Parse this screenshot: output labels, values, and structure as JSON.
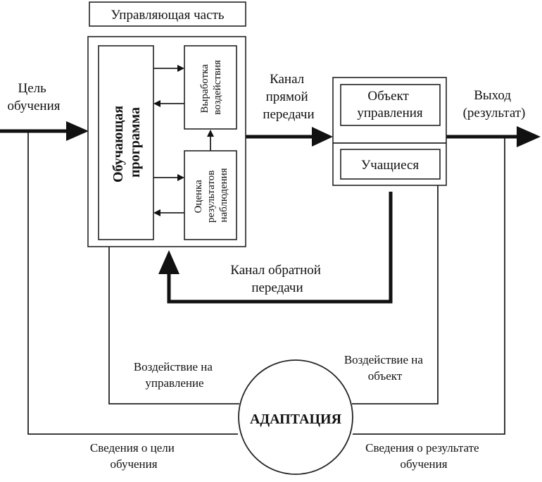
{
  "diagram": {
    "control_part": "Управляющая часть",
    "teaching_program": "Обучающая программа",
    "teaching_program_lines": [
      "Обучающая",
      "программа"
    ],
    "develop_action_lines": [
      "Выработка",
      "воздействия"
    ],
    "eval_results_lines": [
      "Оценка",
      "результатов",
      "наблюдения"
    ],
    "goal_lines": [
      "Цель",
      "обучения"
    ],
    "forward_channel_lines": [
      "Канал",
      "прямой",
      "передачи"
    ],
    "object_lines": [
      "Объект",
      "управления"
    ],
    "students": "Учащиеся",
    "output_lines": [
      "Выход",
      "(результат)"
    ],
    "feedback_channel_lines": [
      "Канал обратной",
      "передачи"
    ],
    "effect_control_lines": [
      "Воздействие на",
      "управление"
    ],
    "effect_object_lines": [
      "Воздействие на",
      "объект"
    ],
    "adaptation": "АДАПТАЦИЯ",
    "goal_info_lines": [
      "Сведения о цели",
      "обучения"
    ],
    "result_info_lines": [
      "Сведения о результате",
      "обучения"
    ]
  }
}
